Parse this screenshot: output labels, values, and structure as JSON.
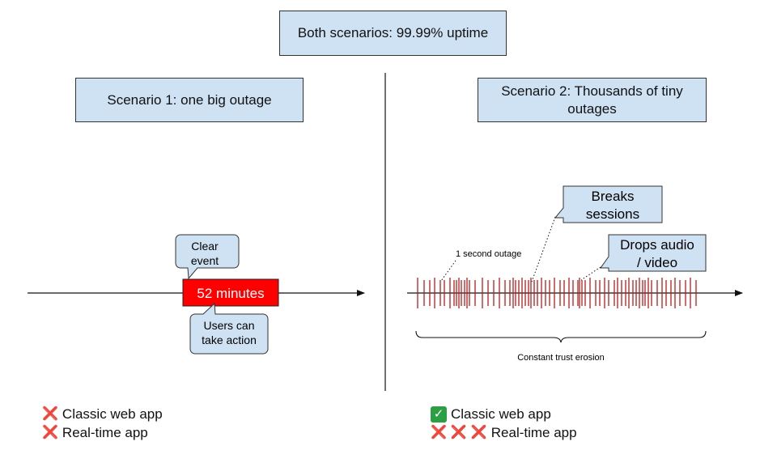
{
  "header": {
    "title": "Both scenarios: 99.99% uptime"
  },
  "scenario1": {
    "title": "Scenario 1: one big outage",
    "outage_label": "52 minutes",
    "callout_top": [
      "Clear",
      "event"
    ],
    "callout_bottom": [
      "Users can",
      "take action"
    ],
    "outage_color": "#ff0000",
    "results": [
      {
        "icon": "cross-mark-icon",
        "label": "Classic web app"
      },
      {
        "icon": "cross-mark-icon",
        "label": "Real-time app"
      }
    ]
  },
  "scenario2": {
    "title_lines": [
      "Scenario 2: Thousands of tiny",
      "outages"
    ],
    "outage_note": "1 second outage",
    "callout_sessions": [
      "Breaks",
      "sessions"
    ],
    "callout_audio": [
      "Drops audio",
      "/ video"
    ],
    "brace_label": "Constant trust erosion",
    "tick_color": "#b71c1c",
    "results": [
      {
        "icons": [
          "check-mark-icon"
        ],
        "label": "Classic web app"
      },
      {
        "icons": [
          "cross-mark-icon",
          "cross-mark-icon",
          "cross-mark-icon"
        ],
        "label": "Real-time app"
      }
    ]
  },
  "colors": {
    "box_fill": "#cfe2f3",
    "line": "#111111"
  }
}
